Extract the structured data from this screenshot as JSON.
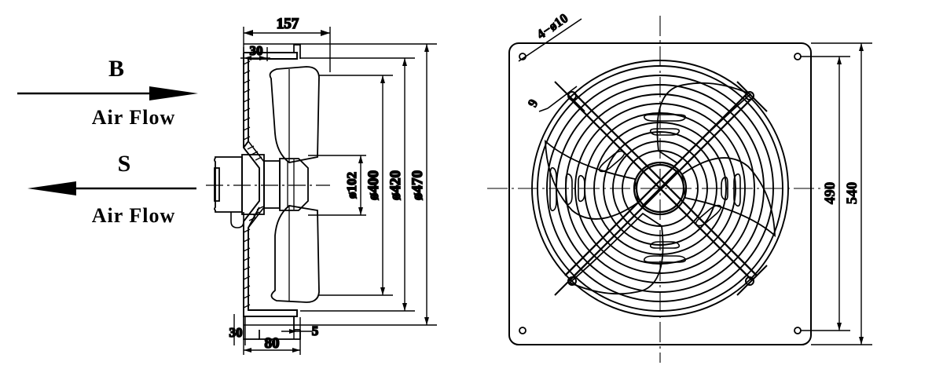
{
  "drawing": {
    "title": "Axial fan plate-mounted exhaust fan technical drawing",
    "line_color": "#000000",
    "background_color": "#ffffff",
    "views": [
      {
        "name": "side-section-view",
        "label": ""
      },
      {
        "name": "front-view",
        "label": ""
      }
    ]
  },
  "airflow": {
    "b": {
      "letter": "B",
      "caption": "Air Flow",
      "direction": "right"
    },
    "s": {
      "letter": "S",
      "caption": "Air Flow",
      "direction": "left"
    }
  },
  "side_view": {
    "dimensions": {
      "depth_total": "157",
      "flange_top": "30",
      "flange_bottom": "30",
      "plate_thickness": "5",
      "base_width": "80",
      "hub_diameter": "ø102",
      "impeller_diameter": "ø400",
      "housing_diameter": "ø420",
      "outer_diameter": "ø470"
    }
  },
  "front_view": {
    "callouts": {
      "mounting_holes": "4−ø10",
      "wire_gauge": "9"
    },
    "dimensions": {
      "hole_pitch": "490",
      "plate_size": "540"
    },
    "hole_count": 4,
    "grille_rings": 11,
    "blade_count": 4
  }
}
